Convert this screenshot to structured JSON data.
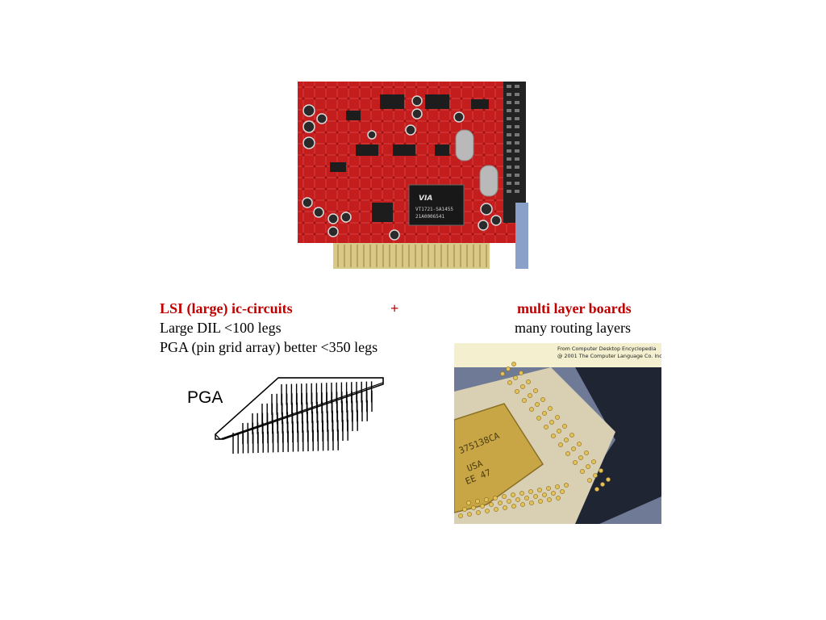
{
  "left_column": {
    "title": "LSI (large) ic-circuits",
    "line1": "Large DIL <100 legs",
    "line2": "PGA (pin grid array) better <350 legs"
  },
  "connector": "+",
  "right_column": {
    "title": "multi layer boards",
    "line1": "many routing layers"
  },
  "pga_drawing_label": "PGA",
  "board_photo": {
    "chip_brand": "VIA",
    "chip_text_1": "VT1721-SA1455",
    "chip_text_2": "21A0006541"
  },
  "chip_photo": {
    "credit_line1": "From Computer Desktop Encyclopedia",
    "credit_line2": "@ 2001 The Computer Language Co. Inc.",
    "chip_marking_1": "375138CA",
    "chip_marking_2": "USA",
    "chip_marking_3": "EE 47"
  },
  "colors": {
    "highlight": "#c00000",
    "board_red": "#c81e1e",
    "gold": "#c8a646"
  }
}
